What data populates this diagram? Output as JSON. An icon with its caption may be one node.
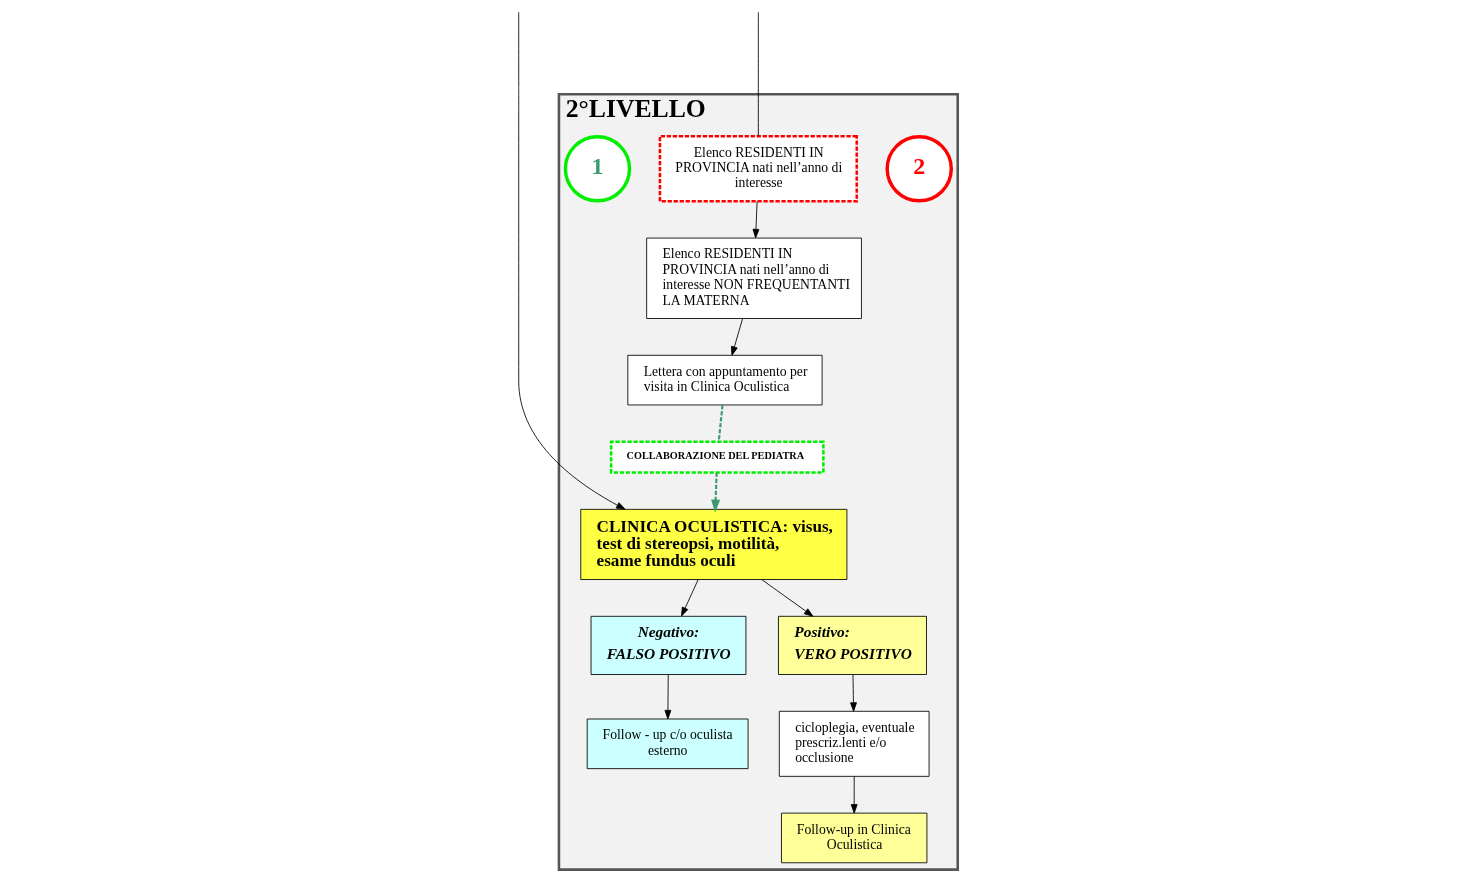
{
  "diagram": {
    "nodes": [
      {
        "text": [
          "2°LIVELLO"
        ]
      },
      {
        "text": [
          "2"
        ],
        "in": 0
      },
      {
        "text": [
          "Elenco RESIDENTI IN PROVINCIA nati nell’anno di interesse"
        ],
        "in": 0
      },
      {
        "text": [
          "CLINICA OCULISTICA: visus, test di stereopsi, motilità, esame fundus oculi"
        ],
        "in": 0
      },
      {
        "text": [
          "1"
        ],
        "in": 0
      },
      {
        "text": [
          "Elenco RESIDENTI IN PROVINCIA nati nell’anno di interesse NON FREQUENTANTI LA MATERNA"
        ],
        "in": 0
      },
      {
        "text": [
          "COLLABORAZIONE DEL PEDIATRA"
        ],
        "in": 0
      },
      {
        "text": [
          "Negativo:",
          "FALSO POSITIVO"
        ],
        "in": 0
      },
      {
        "text": [
          "Positivo:",
          "VERO POSITIVO"
        ],
        "in": 0
      },
      {
        "text": [
          "Lettera con appuntamento per visita in Clinica Oculistica"
        ],
        "in": 0
      },
      {
        "text": [
          "Follow - up c/o oculista esterno"
        ],
        "in": 0
      },
      {
        "text": [
          "cicloplegia, eventuale prescriz.lenti e/o occlusione"
        ],
        "in": 0
      },
      {
        "text": [
          "Follow-up in Clinica Oculistica"
        ],
        "in": 0
      }
    ],
    "edges": [
      {
        "from": null,
        "to": 3,
        "arrow": "to"
      },
      {
        "from": null,
        "to": 2,
        "arrow": "none"
      },
      {
        "from": 2,
        "to": 5,
        "arrow": "to"
      },
      {
        "from": 5,
        "to": 9,
        "arrow": "to"
      },
      {
        "from": 9,
        "to": 6,
        "arrow": "none",
        "style": "dashed",
        "color": "#3c9a70"
      },
      {
        "from": 6,
        "to": 3,
        "arrow": "to",
        "style": "dashed",
        "color": "#3c9a70"
      },
      {
        "from": 3,
        "to": 7,
        "arrow": "to"
      },
      {
        "from": 3,
        "to": 8,
        "arrow": "to"
      },
      {
        "from": 7,
        "to": 10,
        "arrow": "to"
      },
      {
        "from": 8,
        "to": 11,
        "arrow": "to"
      },
      {
        "from": 11,
        "to": 12,
        "arrow": "to"
      }
    ]
  }
}
